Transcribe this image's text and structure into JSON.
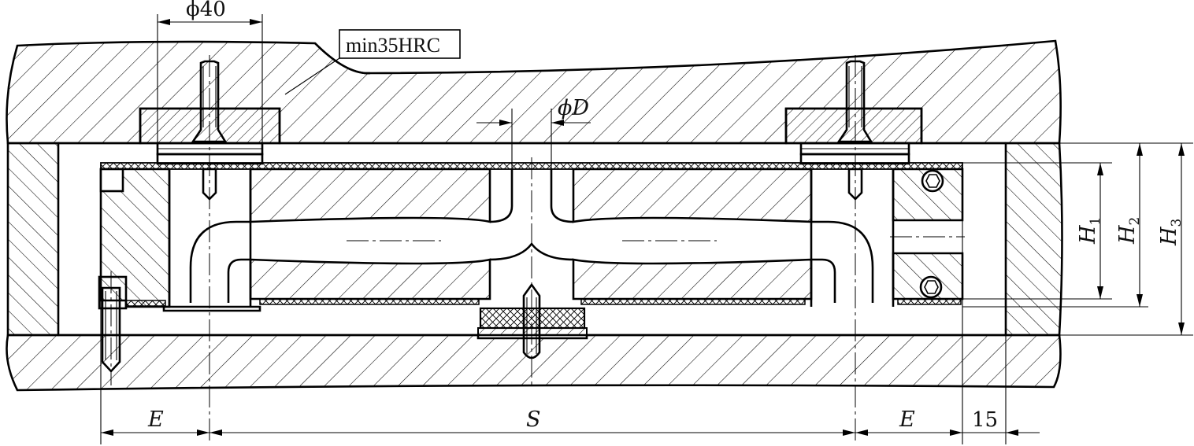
{
  "drawing": {
    "annotations": {
      "phi40": "ϕ40",
      "phiD": "ϕD",
      "hardness_note": "min35HRC",
      "S": "S",
      "E_left": "E",
      "E_right": "E",
      "fifteen": "15",
      "H1": "H",
      "H1_sub": "1",
      "H2": "H",
      "H2_sub": "2",
      "H3": "H",
      "H3_sub": "3"
    }
  }
}
